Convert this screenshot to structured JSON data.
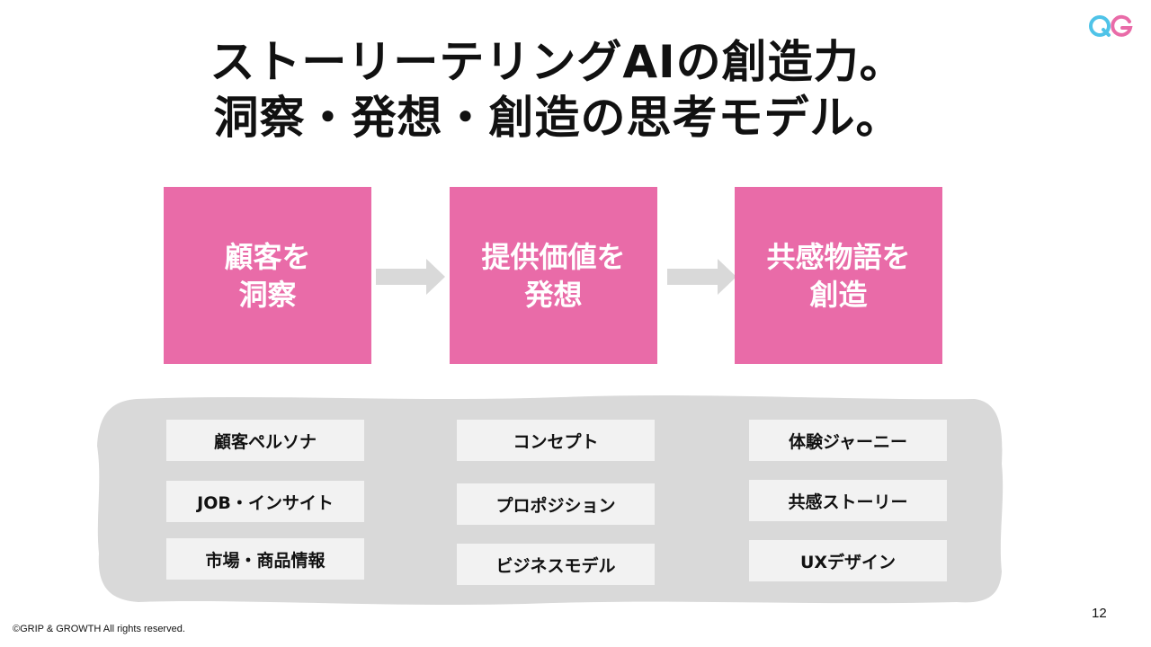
{
  "logo": {
    "text": "QG",
    "colors": [
      "#4fc3e8",
      "#e96ba8"
    ]
  },
  "title": {
    "line1": "ストーリーテリングAIの創造力。",
    "line2": "洞察・発想・創造の思考モデル。"
  },
  "steps": [
    {
      "line1": "顧客を",
      "line2": "洞察"
    },
    {
      "line1": "提供価値を",
      "line2": "発想"
    },
    {
      "line1": "共感物語を",
      "line2": "創造"
    }
  ],
  "columns": [
    [
      "顧客ペルソナ",
      "JOB・インサイト",
      "市場・商品情報"
    ],
    [
      "コンセプト",
      "プロポジション",
      "ビジネスモデル"
    ],
    [
      "体験ジャーニー",
      "共感ストーリー",
      "UXデザイン"
    ]
  ],
  "footer": "©GRIP & GROWTH All rights reserved.",
  "page_number": "12",
  "colors": {
    "accent_pink": "#e96ba8",
    "panel_gray": "#d9d9d9",
    "item_bg": "#f2f2f2",
    "arrow_gray": "#d9d9d9"
  }
}
